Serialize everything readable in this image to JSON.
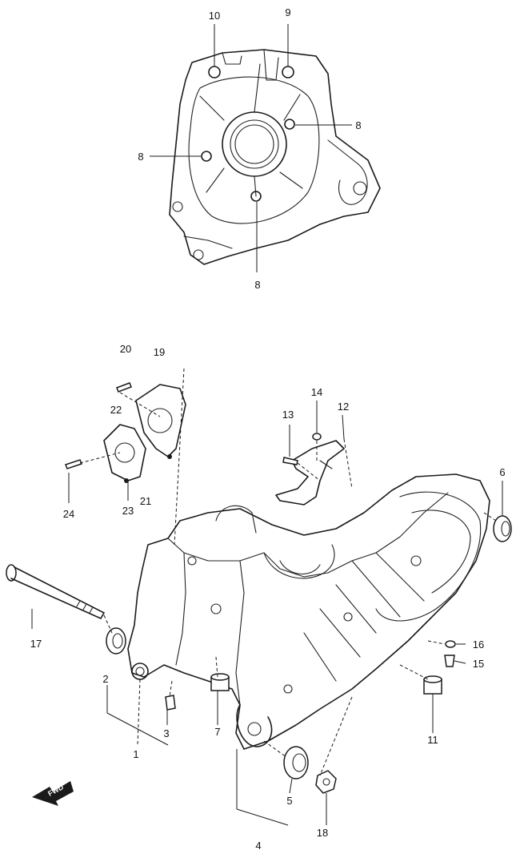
{
  "callouts": {
    "c1": "1",
    "c2": "2",
    "c3": "3",
    "c4": "4",
    "c5": "5",
    "c6": "6",
    "c7": "7",
    "c8a": "8",
    "c8b": "8",
    "c8c": "8",
    "c9": "9",
    "c10": "10",
    "c11": "11",
    "c12": "12",
    "c13": "13",
    "c14": "14",
    "c15": "15",
    "c16": "16",
    "c17": "17",
    "c18": "18",
    "c19": "19",
    "c20": "20",
    "c21": "21",
    "c22": "22",
    "c23": "23",
    "c24": "24"
  },
  "direction_label": "FWD"
}
